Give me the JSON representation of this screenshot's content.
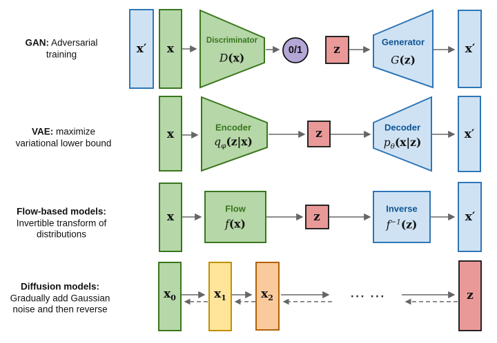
{
  "palette": {
    "green_fill": "#b6d7a8",
    "green_stroke": "#38761d",
    "green_text": "#38761d",
    "blue_fill": "#cfe2f3",
    "blue_stroke": "#2e75b6",
    "blue_text": "#0b5394",
    "red_fill": "#ea9999",
    "purple_fill": "#b4a7d6",
    "yellow_fill": "#ffe599",
    "yellow_stroke": "#bf9000",
    "orange_fill": "#f9cb9c",
    "orange_stroke": "#b45f06",
    "dark_stroke": "#111111",
    "arrow": "#666666"
  },
  "captions": {
    "gan": {
      "line1_bold": "GAN:",
      "line1_rest": " Adversarial",
      "line2": "training"
    },
    "vae": {
      "line1_bold": "VAE:",
      "line1_rest": " maximize",
      "line2": "variational lower bound"
    },
    "flow": {
      "line1_bold": "Flow-based models:",
      "line2": "Invertible transform of",
      "line3": "distributions"
    },
    "diffusion": {
      "line1_bold": "Diffusion models:",
      "line2": "Gradually add Gaussian",
      "line3": "noise and then reverse"
    }
  },
  "gan": {
    "x_prime_left": "x′",
    "x": "x",
    "discriminator_title": "Discriminator",
    "discriminator_fn": "D",
    "discriminator_arg": "(x)",
    "output": "0/1",
    "z": "z",
    "generator_title": "Generator",
    "generator_fn": "G",
    "generator_arg": "(z)",
    "x_prime_right": "x′"
  },
  "vae": {
    "x": "x",
    "encoder_title": "Encoder",
    "encoder_fn": "q",
    "encoder_sub": "φ",
    "encoder_arg": "(z|x)",
    "z": "z",
    "decoder_title": "Decoder",
    "decoder_fn": "p",
    "decoder_sub": "θ",
    "decoder_arg": "(x|z)",
    "x_prime": "x′"
  },
  "flow": {
    "x": "x",
    "flow_title": "Flow",
    "flow_fn": "f",
    "flow_arg": "(x)",
    "z": "z",
    "inverse_title": "Inverse",
    "inverse_fn": "f",
    "inverse_sup": "−1",
    "inverse_arg": "(z)",
    "x_prime": "x′"
  },
  "diffusion": {
    "x0_base": "x",
    "x0_sub": "0",
    "x1_base": "x",
    "x1_sub": "1",
    "x2_base": "x",
    "x2_sub": "2",
    "ellipsis": "∙∙∙ ∙∙∙",
    "z": "z"
  }
}
